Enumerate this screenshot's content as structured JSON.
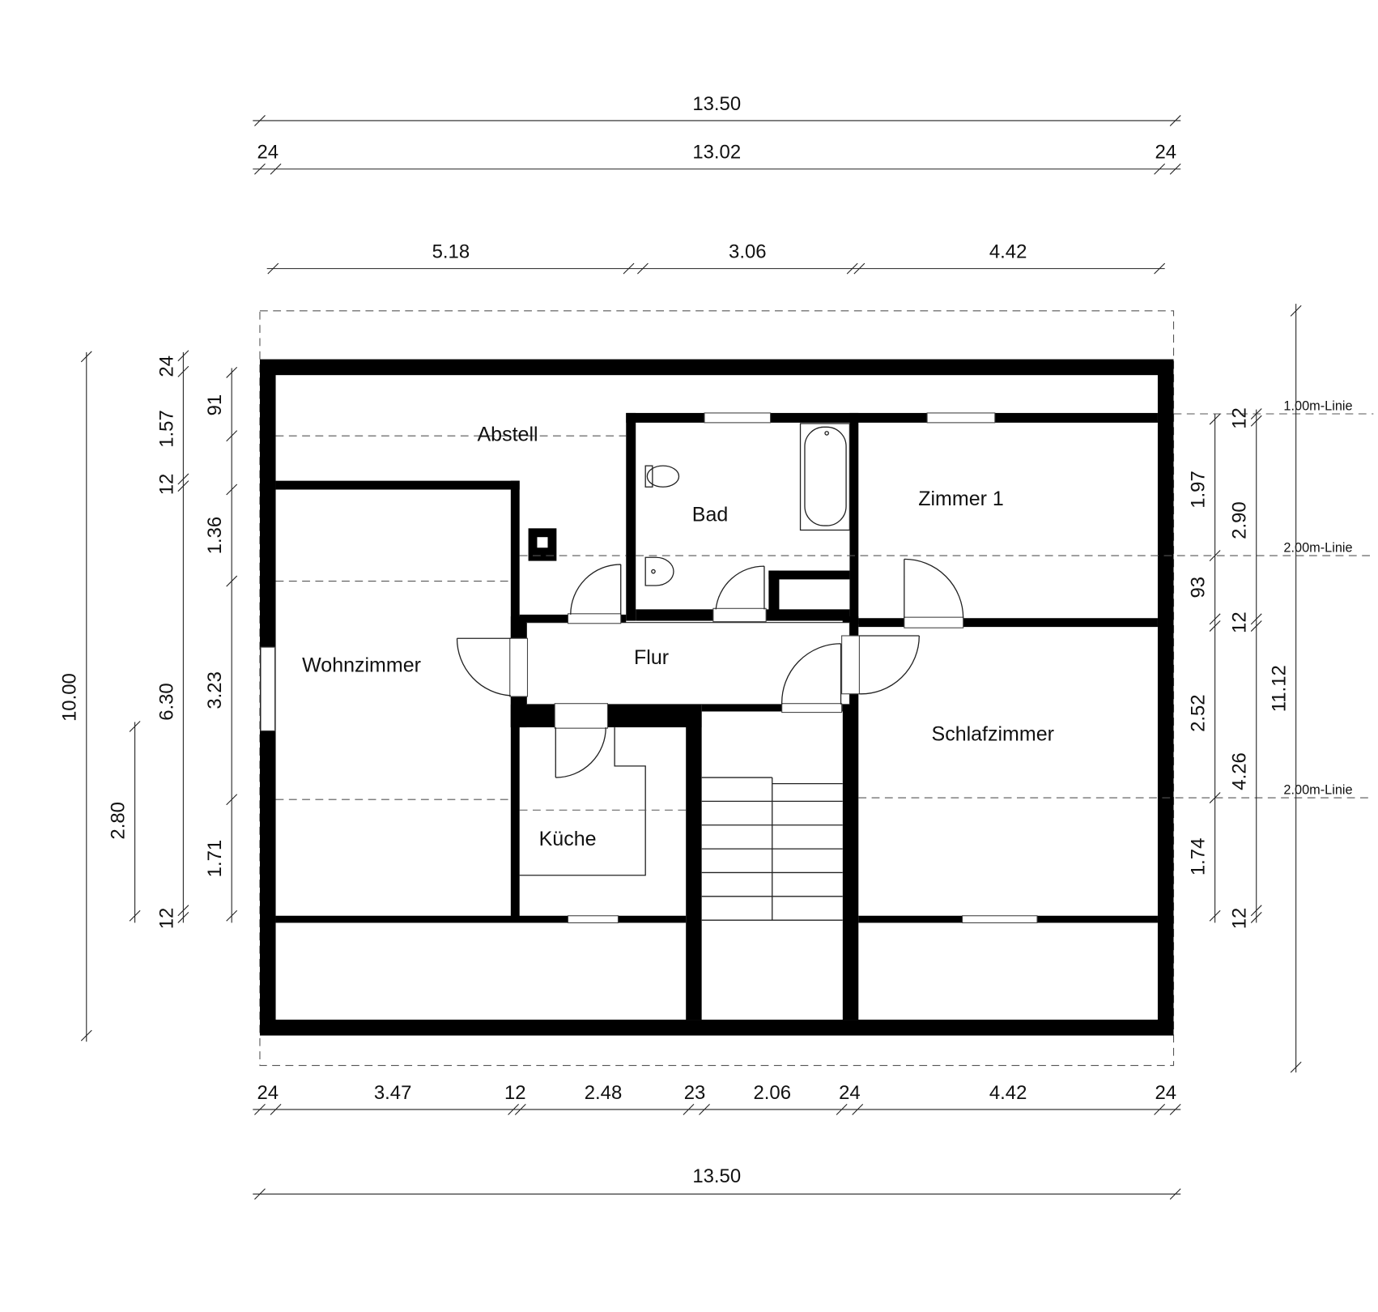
{
  "rooms": {
    "abstell": "Abstell",
    "bad": "Bad",
    "zimmer1": "Zimmer 1",
    "wohnzimmer": "Wohnzimmer",
    "flur": "Flur",
    "kueche": "Küche",
    "schlafzimmer": "Schlafzimmer"
  },
  "lines": {
    "line_1m": "1.00m-Linie",
    "line_2m_upper": "2.00m-Linie",
    "line_2m_lower": "2.00m-Linie"
  },
  "dims_top": {
    "overall": "13.50",
    "inner": "13.02",
    "wall_left": "24",
    "wall_right": "24",
    "seg1": "5.18",
    "seg2": "3.06",
    "seg3": "4.42"
  },
  "dims_bottom": {
    "s1": "24",
    "s2": "3.47",
    "s3": "12",
    "s4": "2.48",
    "s5": "23",
    "s6": "2.06",
    "s7": "24",
    "s8": "4.42",
    "s9": "24",
    "overall": "13.50"
  },
  "dims_left": {
    "total": "10.00",
    "d280": "2.80",
    "d630": "6.30",
    "d24": "24",
    "d157": "1.57",
    "d12a": "12",
    "d12b": "12",
    "d91": "91",
    "d136": "1.36",
    "d323": "3.23",
    "d171": "1.71"
  },
  "dims_right": {
    "d197": "1.97",
    "d93": "93",
    "d252": "2.52",
    "d174": "1.74",
    "d12a": "12",
    "d290": "2.90",
    "d12b": "12",
    "d426": "4.26",
    "d12c": "12",
    "d1112": "11.12"
  }
}
